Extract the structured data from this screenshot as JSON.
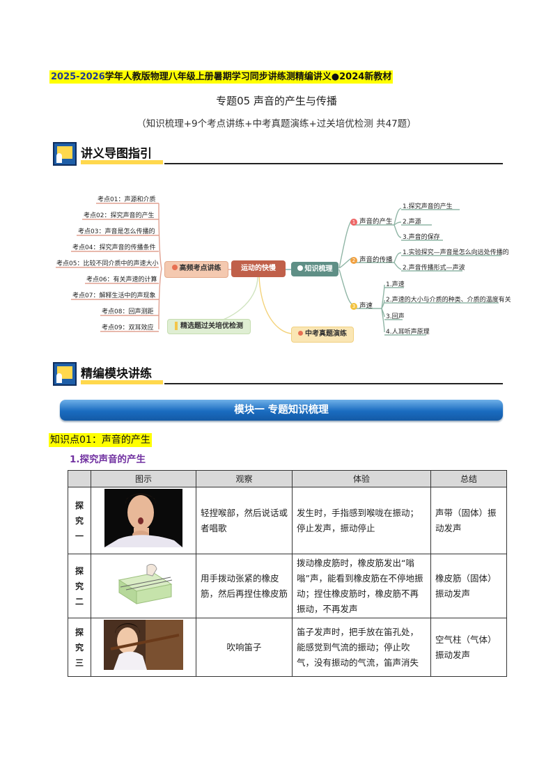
{
  "header": {
    "title_prefix": "2025-2026",
    "title": "学年人教版物理八年级上册暑期学习同步讲练测精编讲义●2024新教材",
    "topic": "专题05   声音的产生与传播",
    "summary": "（知识梳理+9个考点讲练+中考真题演练+过关培优检测 共47题）"
  },
  "section1": {
    "title": "讲义导图指引"
  },
  "mindmap": {
    "center": "运动的快慢",
    "left_branch": "高频考点讲练",
    "left_items": [
      "考点01：声源和介质",
      "考点02：探究声音的产生",
      "考点03：声音是怎么传播的",
      "考点04：探究声音的传播条件",
      "考点05：比较不同介质中的声速大小",
      "考点06：有关声速的计算",
      "考点07：解释生活中的声现象",
      "考点08：回声测距",
      "考点09：双耳效应"
    ],
    "bottom_left": "精选题过关培优检测",
    "bottom_right": "中考真题演练",
    "right_branch": "知识梳理",
    "groups": [
      {
        "num": "1",
        "label": "声音的产生",
        "items": [
          "1.探究声音的产生",
          "2.声源",
          "3.声音的保存"
        ]
      },
      {
        "num": "2",
        "label": "声音的传播",
        "items": [
          "1.实验探究—声音是怎么向远处传播的",
          "2.声音传播形式—声波"
        ]
      },
      {
        "num": "3",
        "label": "声速",
        "items": [
          "1.声速",
          "2.声速的大小与介质的种类、介质的温度有关",
          "3.回声",
          "4.人耳听声原理"
        ]
      }
    ]
  },
  "section2": {
    "title": "精编模块讲练"
  },
  "banner": {
    "text": "模块一    专题知识梳理"
  },
  "knowledge": {
    "point": "知识点01：声音的产生",
    "sub": "1.探究声音的产生"
  },
  "table": {
    "headers": [
      "图示",
      "观察",
      "体验",
      "总结"
    ],
    "rows": [
      {
        "label": [
          "探",
          "究",
          "一"
        ],
        "observe": "轻捏喉部，然后说话或者唱歌",
        "experience": "发生时，手指感到喉咙在振动；停止发声，振动停止",
        "summary": "声带（固体）振动发声"
      },
      {
        "label": [
          "探",
          "究",
          "二"
        ],
        "observe": "用手拨动张紧的橡皮筋，然后再捏住橡皮筋",
        "experience": "拨动橡皮筋时，橡皮筋发出“嗡嗡”声，能看到橡皮筋在不停地振动；捏住橡皮筋时，橡皮筋不再振动，不再发声",
        "summary": "橡皮筋（固体）振动发声"
      },
      {
        "label": [
          "探",
          "究",
          "三"
        ],
        "observe": "吹响笛子",
        "experience": "笛子发声时，把手放在笛孔处，能感觉到气流的振动；停止吹气，没有振动的气流，笛声消失",
        "summary": "空气柱（气体）振动发声"
      }
    ]
  }
}
